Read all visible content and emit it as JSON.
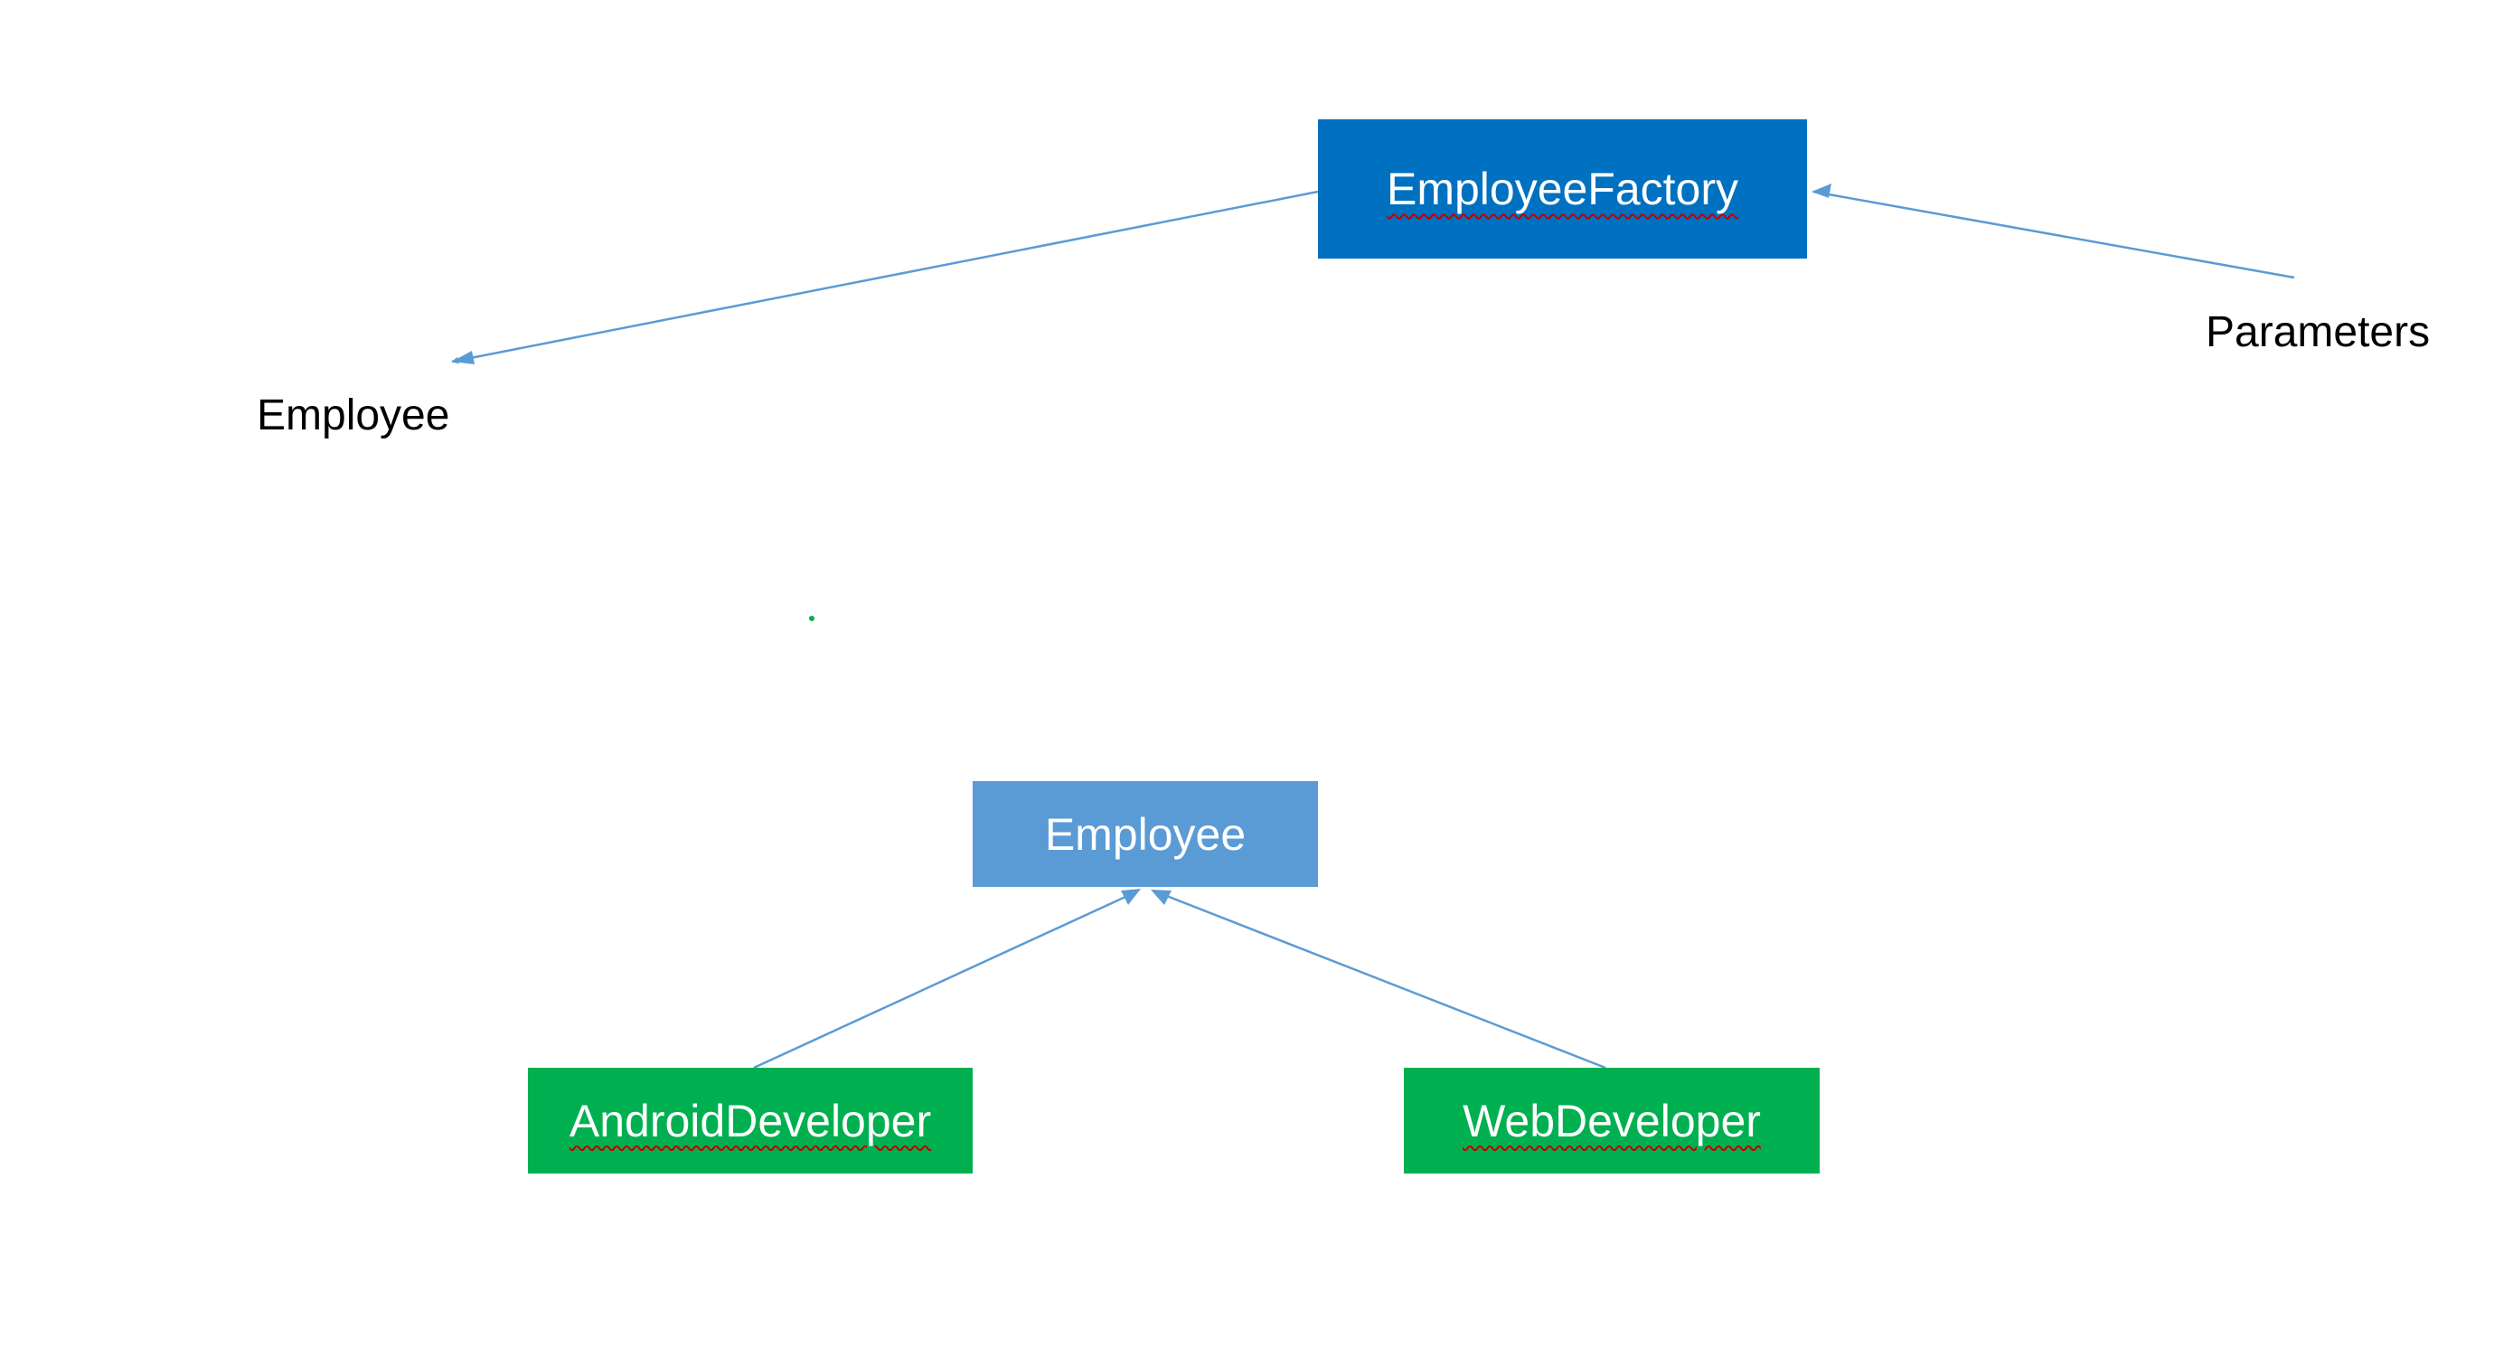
{
  "diagram": {
    "factory": {
      "label": "EmployeeFactory",
      "fill": "#0070c0"
    },
    "output_label": "Employee",
    "input_label": "Parameters",
    "base_class": {
      "label": "Employee",
      "fill": "#5b9bd5"
    },
    "subclasses": [
      {
        "label": "AndroidDeveloper",
        "fill": "#00b050"
      },
      {
        "label": "WebDeveloper",
        "fill": "#00b050"
      }
    ],
    "connector_color": "#5b9bd5",
    "spellcheck_underline_color": "#c00000",
    "stray_dot_color": "#00b050"
  }
}
